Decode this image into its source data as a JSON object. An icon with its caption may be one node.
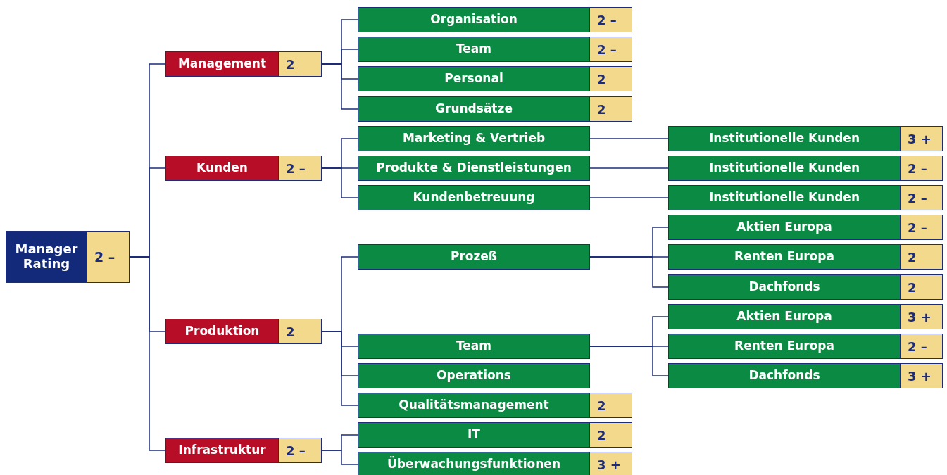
{
  "diagram": {
    "nodes": [
      {
        "text": [
          "Manager Rating",
          "2 –"
        ]
      },
      {
        "text": [
          "Management",
          "2"
        ]
      },
      {
        "text": [
          "Organisation",
          "2 –"
        ]
      },
      {
        "text": [
          "Team",
          "2 –"
        ]
      },
      {
        "text": [
          "Personal",
          "2"
        ]
      },
      {
        "text": [
          "Grundsätze",
          "2"
        ]
      },
      {
        "text": [
          "Kunden",
          "2 –"
        ]
      },
      {
        "text": [
          "Marketing & Vertrieb"
        ]
      },
      {
        "text": [
          "Institutionelle Kunden",
          "3 +"
        ]
      },
      {
        "text": [
          "Produkte & Dienstleistungen"
        ]
      },
      {
        "text": [
          "Institutionelle Kunden",
          "2 –"
        ]
      },
      {
        "text": [
          "Kundenbetreuung"
        ]
      },
      {
        "text": [
          "Institutionelle Kunden",
          "2 –"
        ]
      },
      {
        "text": [
          "Produktion",
          "2"
        ]
      },
      {
        "text": [
          "Prozeß"
        ]
      },
      {
        "text": [
          "Aktien Europa",
          "2 –"
        ]
      },
      {
        "text": [
          "Renten Europa",
          "2"
        ]
      },
      {
        "text": [
          "Dachfonds",
          "2"
        ]
      },
      {
        "text": [
          "Team"
        ]
      },
      {
        "text": [
          "Aktien Europa",
          "3 +"
        ]
      },
      {
        "text": [
          "Renten Europa",
          "2 –"
        ]
      },
      {
        "text": [
          "Dachfonds",
          "3 +"
        ]
      },
      {
        "text": [
          "Operations"
        ]
      },
      {
        "text": [
          "Qualitätsmanagement",
          "2"
        ]
      },
      {
        "text": [
          "Infrastruktur",
          "2 –"
        ]
      },
      {
        "text": [
          "IT",
          "2"
        ]
      },
      {
        "text": [
          "Überwachungsfunktionen",
          "3 +"
        ]
      }
    ],
    "edges": [
      {
        "from": 0,
        "to": 1,
        "arrow": "none"
      },
      {
        "from": 0,
        "to": 6,
        "arrow": "none"
      },
      {
        "from": 0,
        "to": 13,
        "arrow": "none"
      },
      {
        "from": 0,
        "to": 24,
        "arrow": "none"
      },
      {
        "from": 1,
        "to": 2,
        "arrow": "none"
      },
      {
        "from": 1,
        "to": 3,
        "arrow": "none"
      },
      {
        "from": 1,
        "to": 4,
        "arrow": "none"
      },
      {
        "from": 1,
        "to": 5,
        "arrow": "none"
      },
      {
        "from": 6,
        "to": 7,
        "arrow": "none"
      },
      {
        "from": 6,
        "to": 9,
        "arrow": "none"
      },
      {
        "from": 6,
        "to": 11,
        "arrow": "none"
      },
      {
        "from": 7,
        "to": 8,
        "arrow": "none"
      },
      {
        "from": 9,
        "to": 10,
        "arrow": "none"
      },
      {
        "from": 11,
        "to": 12,
        "arrow": "none"
      },
      {
        "from": 13,
        "to": 14,
        "arrow": "none"
      },
      {
        "from": 13,
        "to": 18,
        "arrow": "none"
      },
      {
        "from": 13,
        "to": 22,
        "arrow": "none"
      },
      {
        "from": 13,
        "to": 23,
        "arrow": "none"
      },
      {
        "from": 14,
        "to": 15,
        "arrow": "none"
      },
      {
        "from": 14,
        "to": 16,
        "arrow": "none"
      },
      {
        "from": 14,
        "to": 17,
        "arrow": "none"
      },
      {
        "from": 18,
        "to": 19,
        "arrow": "none"
      },
      {
        "from": 18,
        "to": 20,
        "arrow": "none"
      },
      {
        "from": 18,
        "to": 21,
        "arrow": "none"
      },
      {
        "from": 24,
        "to": 25,
        "arrow": "none"
      },
      {
        "from": 24,
        "to": 26,
        "arrow": "none"
      }
    ]
  }
}
